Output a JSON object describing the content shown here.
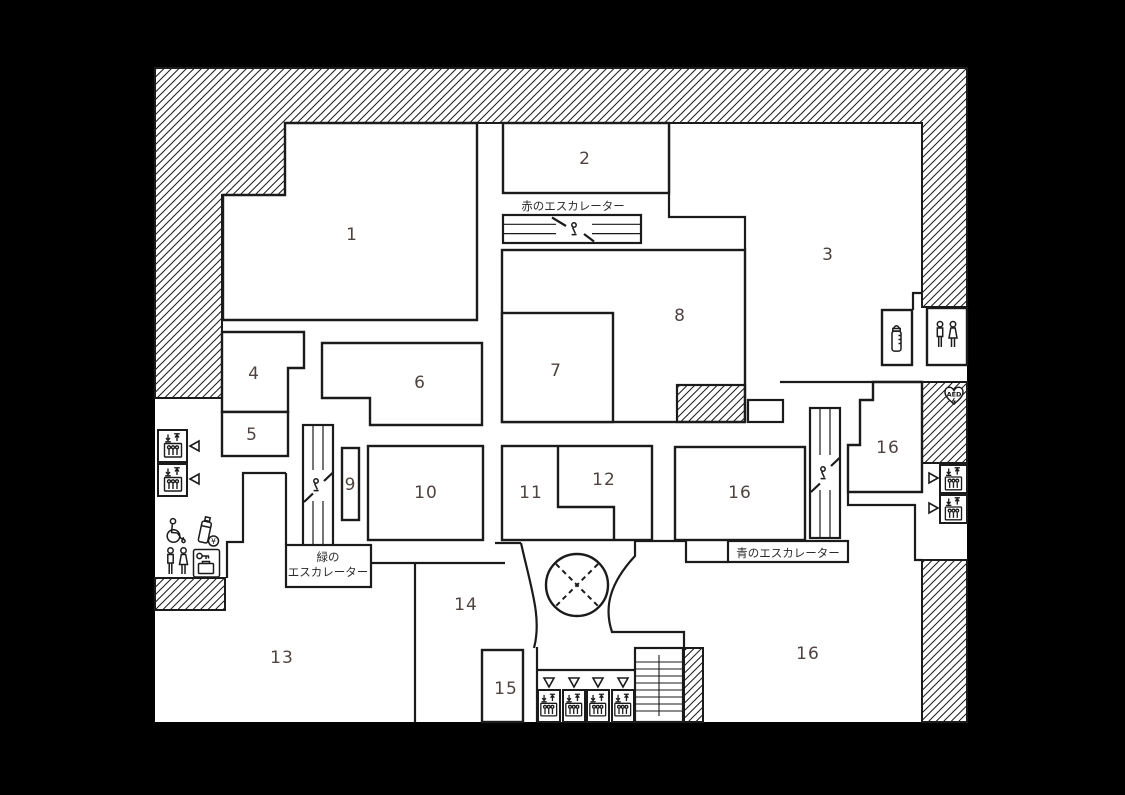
{
  "colors": {
    "background": "#000000",
    "floor": "#ffffff",
    "wall": "#1b1b1b",
    "room_label": "#4e4340",
    "text": "#2b2b2b"
  },
  "rooms": {
    "r1": "1",
    "r2": "2",
    "r3": "3",
    "r4": "4",
    "r5": "5",
    "r6": "6",
    "r7": "7",
    "r8": "8",
    "r9": "9",
    "r10": "10",
    "r11": "11",
    "r12": "12",
    "r13": "13",
    "r14": "14",
    "r15": "15",
    "r16": "16"
  },
  "escalators": {
    "red_label": "赤のエスカレーター",
    "green_label_line1": "緑の",
    "green_label_line2": "エスカレーター",
    "blue_label": "青のエスカレーター"
  },
  "aed_label": "AED",
  "icons": {
    "elevator": "elevator-cab-with-up-down-arrows",
    "wheelchair": "♿",
    "restroom": "🚻",
    "nursing_room": "🍼",
    "vending_machine": "¥",
    "coin_locker": "key-and-case",
    "aed": "heart-AED",
    "stairs": "treads",
    "atrium": "circle-with-dashed-cross",
    "direction_left": "◁",
    "direction_right": "▷",
    "direction_down": "▽"
  }
}
